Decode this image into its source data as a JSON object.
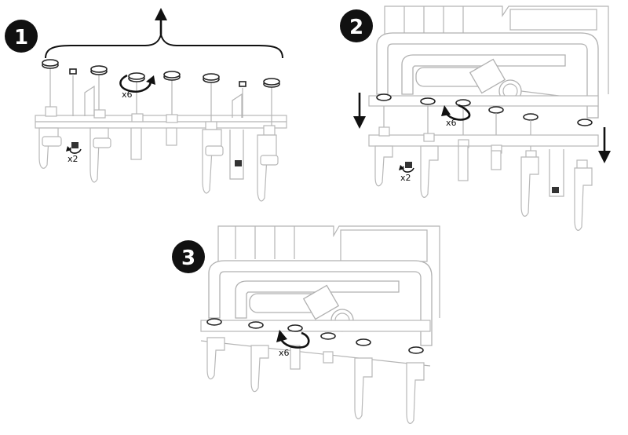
{
  "steps": [
    {
      "number": "1",
      "counts": [
        "x6",
        "x2"
      ]
    },
    {
      "number": "2",
      "counts": [
        "x6",
        "x2"
      ]
    },
    {
      "number": "3",
      "counts": [
        "x6"
      ]
    }
  ],
  "colors": {
    "badge": "#111111",
    "line_art": "#b4b4b4",
    "arrow": "#111111"
  }
}
